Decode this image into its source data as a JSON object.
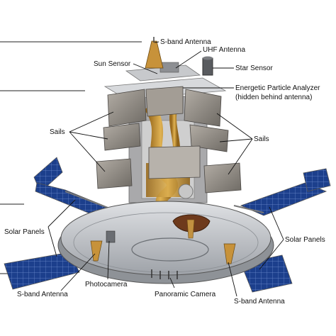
{
  "labels": {
    "s_band_antenna_top": "S-band Antenna",
    "uhf_antenna": "UHF Antenna",
    "sun_sensor": "Sun Sensor",
    "star_sensor": "Star Sensor",
    "epa_line1": "Energetic Particle Analyzer",
    "epa_line2": "(hidden behind antenna)",
    "sails_left": "Sails",
    "sails_right": "Sails",
    "solar_panels_left": "Solar Panels",
    "solar_panels_right": "Solar Panels",
    "s_band_antenna_left": "S-band Antenna",
    "photocamera": "Photocamera",
    "panoramic_camera": "Panoramic Camera",
    "s_band_antenna_right": "S-band Antenna"
  },
  "colors": {
    "solar_cell": "#1c3f8c",
    "gold_foil": "#c99a3a",
    "platform": "#c9ccd0",
    "sail": "#8a8680"
  }
}
